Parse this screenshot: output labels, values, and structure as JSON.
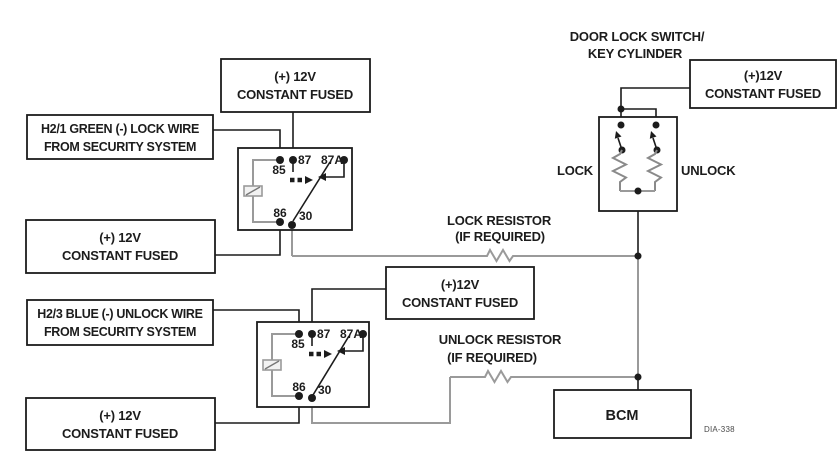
{
  "boxes": {
    "lock_supply_top": {
      "line1": "(+) 12V",
      "line2": "CONSTANT FUSED"
    },
    "lock_input": {
      "line1": "H2/1 GREEN (-) LOCK WIRE",
      "line2": "FROM SECURITY SYSTEM"
    },
    "lock_supply_bottom": {
      "line1": "(+) 12V",
      "line2": "CONSTANT FUSED"
    },
    "unlock_supply": {
      "line1": "(+)12V",
      "line2": "CONSTANT FUSED"
    },
    "unlock_input": {
      "line1": "H2/3 BLUE (-) UNLOCK WIRE",
      "line2": "FROM SECURITY SYSTEM"
    },
    "unlock_supply_bottom": {
      "line1": "(+) 12V",
      "line2": "CONSTANT FUSED"
    },
    "switch_supply": {
      "line1": "(+)12V",
      "line2": "CONSTANT FUSED"
    },
    "bcm": "BCM"
  },
  "switch": {
    "title1": "DOOR LOCK SWITCH/",
    "title2": "KEY CYLINDER",
    "lock": "LOCK",
    "unlock": "UNLOCK"
  },
  "resistors": {
    "lock1": "LOCK RESISTOR",
    "lock2": "(IF REQUIRED)",
    "unlock1": "UNLOCK RESISTOR",
    "unlock2": "(IF REQUIRED)"
  },
  "pins": {
    "p85": "85",
    "p86": "86",
    "p87": "87",
    "p87a": "87A",
    "p30": "30"
  },
  "footer": {
    "diagram_id": "DIA-338"
  },
  "colors": {
    "wire_black": "#1c1c1c",
    "wire_gray": "#9a9a9a",
    "background": "#ffffff"
  }
}
